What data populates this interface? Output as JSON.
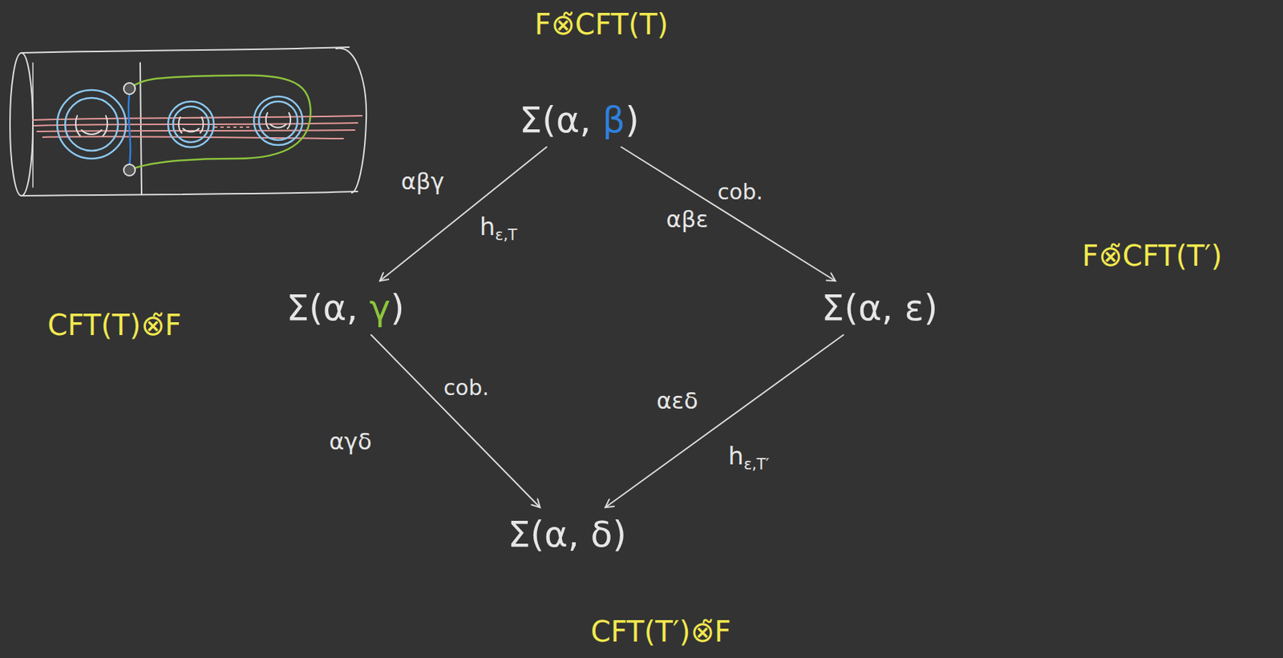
{
  "diagram": {
    "nodes": [
      {
        "text": [
          "Σ(α, β)"
        ]
      },
      {
        "text": [
          "Σ(α, γ)"
        ]
      },
      {
        "text": [
          "Σ(α, ε)"
        ]
      },
      {
        "text": [
          "Σ(α, δ)"
        ]
      }
    ],
    "edges": [
      {
        "from": 0,
        "to": 1,
        "arrow": "to",
        "label": "αβγ"
      },
      {
        "from": 0,
        "to": 2,
        "arrow": "to",
        "label": "αβε"
      },
      {
        "from": 1,
        "to": 3,
        "arrow": "to",
        "label": "αγδ"
      },
      {
        "from": 2,
        "to": 3,
        "arrow": "to",
        "label": "αεδ"
      }
    ],
    "labels": [
      "F⊗̃CFT(T)",
      "CFT(T)⊗̃F",
      "F⊗̃CFT(T′)",
      "CFT(T′)⊗̃F",
      "hε,T",
      "cob.",
      "cob.",
      "hε,T′"
    ]
  }
}
